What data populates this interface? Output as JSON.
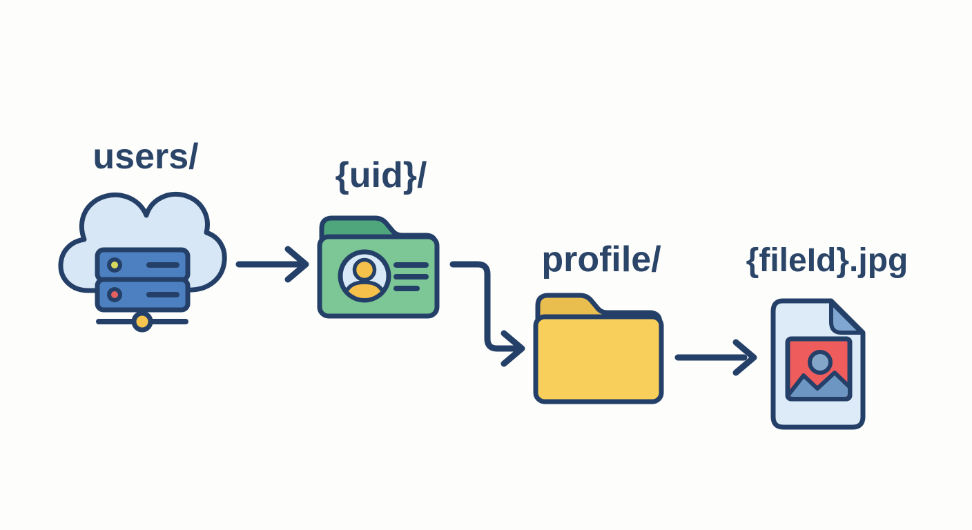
{
  "diagram": {
    "nodes": [
      {
        "id": "users",
        "label": "users/",
        "icon": "cloud-server-icon"
      },
      {
        "id": "uid",
        "label": "{uid}/",
        "icon": "user-folder-icon"
      },
      {
        "id": "profile",
        "label": "profile/",
        "icon": "folder-icon"
      },
      {
        "id": "fileId",
        "label": "{fileId}.jpg",
        "icon": "image-file-icon"
      }
    ],
    "connections": [
      {
        "from": "users",
        "to": "uid",
        "style": "straight-arrow"
      },
      {
        "from": "uid",
        "to": "profile",
        "style": "elbow-arrow"
      },
      {
        "from": "profile",
        "to": "fileId",
        "style": "straight-arrow"
      }
    ],
    "colors": {
      "background": "#fdfdfb",
      "outline": "#254068",
      "label_text": "#2b4569",
      "cloud_fill": "#d8e7f5",
      "server_fill": "#4d80c0",
      "server_light_top": "#d8d95c",
      "server_light_bottom": "#e45f5f",
      "network_node": "#f6c44f",
      "uid_folder_tab": "#50a67c",
      "uid_folder_body": "#7cc795",
      "avatar_bg": "#d8e8f6",
      "avatar_person": "#f5c14b",
      "profile_folder_tab": "#eabd4f",
      "profile_folder_body": "#f7cf5a",
      "file_page": "#dcebf7",
      "file_fold": "#7fa7d1",
      "image_bg": "#ef5c5c",
      "image_sun": "#84a7c9",
      "image_mountain": "#6e96c2"
    }
  }
}
